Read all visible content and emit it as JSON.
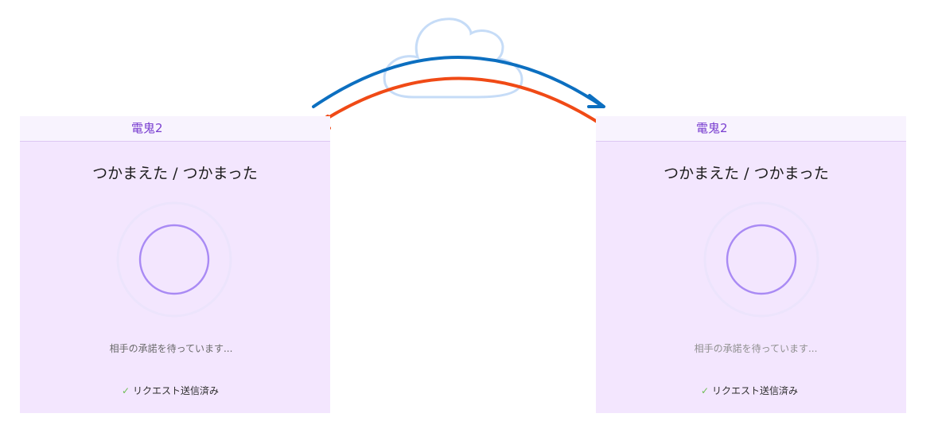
{
  "devices": [
    {
      "title": "電鬼2",
      "heading": "つかまえた / つかまった",
      "status": "相手の承諾を待っています...",
      "request_label": "リクエスト送信済み"
    },
    {
      "title": "電鬼2",
      "heading": "つかまえた / つかまった",
      "status": "相手の承諾を待っています...",
      "request_label": "リクエスト送信済み"
    }
  ],
  "icons": {
    "cloud": "cloud-icon",
    "check": "check-icon",
    "spinner": "spinner-icon",
    "send_arrow": "arrow-right-icon",
    "receive_arrow": "arrow-left-icon"
  },
  "colors": {
    "panel_bg": "#f3e6fe",
    "header_bg": "#f8f3fe",
    "title": "#7a3fd0",
    "ring": "#a98af4",
    "send_arrow": "#0c6fc0",
    "receive_arrow": "#f04a16",
    "cloud_stroke": "#c6dcf7",
    "check": "#6fbe55"
  }
}
